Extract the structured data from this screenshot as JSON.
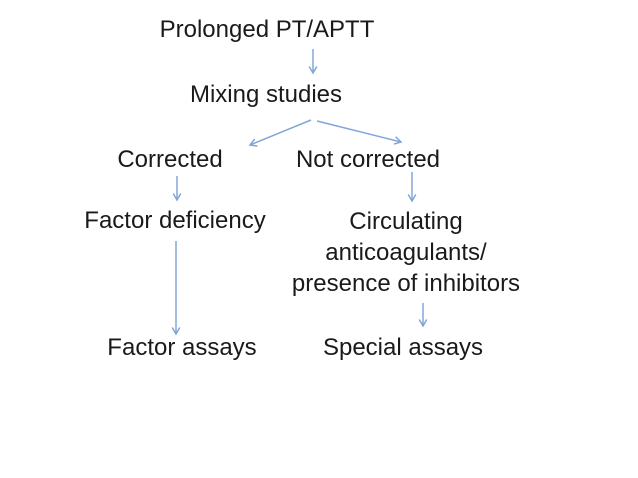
{
  "diagram": {
    "nodes": {
      "root": {
        "label": "Prolonged PT/APTT"
      },
      "mixing": {
        "label": "Mixing studies"
      },
      "corrected": {
        "label": "Corrected"
      },
      "not_corrected": {
        "label": "Not corrected"
      },
      "factor_deficiency": {
        "label": "Factor deficiency"
      },
      "circulating": {
        "lines": [
          "Circulating",
          "anticoagulants/",
          "presence of inhibitors"
        ]
      },
      "factor_assays": {
        "label": "Factor assays"
      },
      "special_assays": {
        "label": "Special assays"
      }
    },
    "edges": [
      {
        "from": "root",
        "to": "mixing"
      },
      {
        "from": "mixing",
        "to": "corrected"
      },
      {
        "from": "mixing",
        "to": "not_corrected"
      },
      {
        "from": "corrected",
        "to": "factor_deficiency"
      },
      {
        "from": "not_corrected",
        "to": "circulating"
      },
      {
        "from": "factor_deficiency",
        "to": "factor_assays"
      },
      {
        "from": "circulating",
        "to": "special_assays"
      }
    ]
  },
  "colors": {
    "arrow": "#82a5d8",
    "text": "#1a1a1a",
    "background": "#ffffff"
  }
}
